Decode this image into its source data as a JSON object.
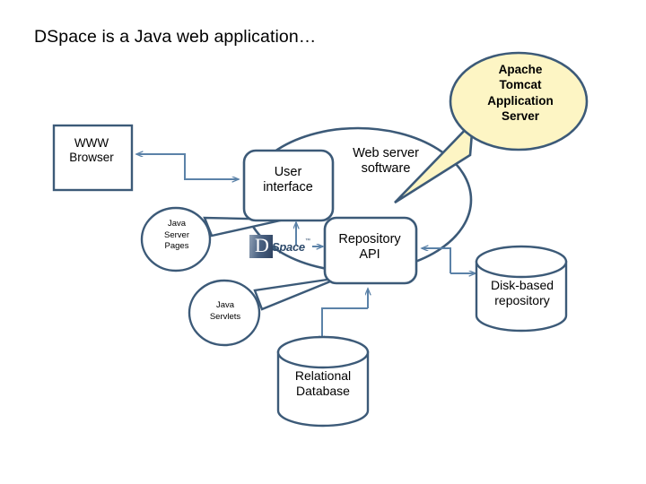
{
  "slide": {
    "title": "DSpace is a Java web application…",
    "background_color": "#ffffff"
  },
  "theme": {
    "stroke_color": "#3c5a78",
    "connector_color": "#5b82a8",
    "callout_fill": "#fdf5c4",
    "text_color": "#000000",
    "logo_blue": "#2d4a6b"
  },
  "diagram": {
    "type": "architecture-block-diagram",
    "nodes": [
      {
        "id": "www-browser",
        "label": "WWW\nBrowser",
        "shape": "rectangle",
        "fill": "#ffffff",
        "stroke": "#3c5a78"
      },
      {
        "id": "web-server",
        "label": "Web server\nsoftware",
        "shape": "ellipse",
        "fill": "#ffffff",
        "stroke": "#3c5a78"
      },
      {
        "id": "user-interface",
        "label": "User\ninterface",
        "shape": "rounded-rectangle",
        "fill": "#ffffff",
        "stroke": "#3c5a78"
      },
      {
        "id": "repository-api",
        "label": "Repository\nAPI",
        "shape": "rounded-rectangle",
        "fill": "#ffffff",
        "stroke": "#3c5a78"
      },
      {
        "id": "java-server-pages",
        "label": "Java\nServer\nPages",
        "shape": "oval-callout",
        "fill": "#ffffff",
        "stroke": "#3c5a78"
      },
      {
        "id": "java-servlets",
        "label": "Java\nServlets",
        "shape": "oval-callout",
        "fill": "#ffffff",
        "stroke": "#3c5a78"
      },
      {
        "id": "apache-tomcat",
        "label": "Apache\nTomcat\nApplication\nServer",
        "shape": "oval-callout",
        "fill": "#fdf5c4",
        "stroke": "#3c5a78"
      },
      {
        "id": "disk-based-repository",
        "label": "Disk-based\nrepository",
        "shape": "cylinder",
        "fill": "#ffffff",
        "stroke": "#3c5a78"
      },
      {
        "id": "relational-database",
        "label": "Relational\nDatabase",
        "shape": "cylinder",
        "fill": "#ffffff",
        "stroke": "#3c5a78"
      },
      {
        "id": "dspace-logo",
        "label": "DSpace",
        "shape": "logo",
        "parts": {
          "letter": "D",
          "word": "Space",
          "trademark": "™"
        }
      }
    ],
    "connectors": [
      {
        "from": "www-browser",
        "to": "user-interface",
        "arrow": "both",
        "style": "elbow"
      },
      {
        "from": "dspace-logo",
        "to": "repository-api",
        "arrow": "end",
        "style": "straight"
      },
      {
        "from": "user-interface",
        "to": "repository-api",
        "arrow": "both",
        "style": "vertical"
      },
      {
        "from": "repository-api",
        "to": "relational-database",
        "arrow": "both",
        "style": "elbow"
      },
      {
        "from": "repository-api",
        "to": "disk-based-repository",
        "arrow": "both",
        "style": "elbow"
      },
      {
        "from": "apache-tomcat",
        "to": "web-server",
        "arrow": "callout-tail",
        "style": "wedge"
      },
      {
        "from": "java-server-pages",
        "to": "user-interface",
        "arrow": "callout-tail",
        "style": "wedge"
      },
      {
        "from": "java-servlets",
        "to": "repository-api",
        "arrow": "callout-tail",
        "style": "wedge"
      }
    ]
  }
}
